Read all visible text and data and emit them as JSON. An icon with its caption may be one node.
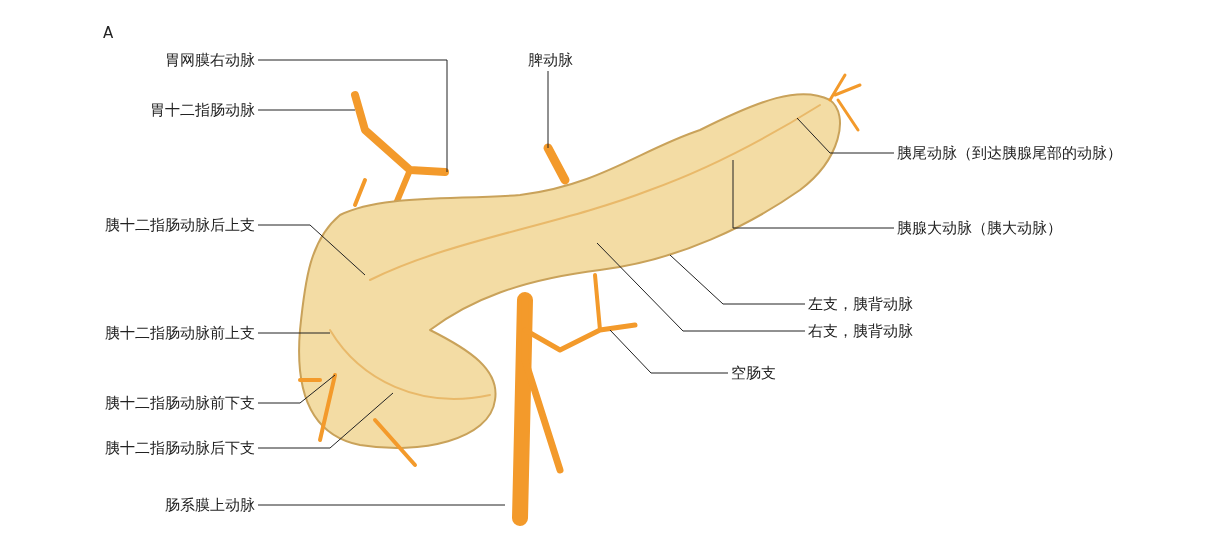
{
  "diagram": {
    "nodes": [
      {
        "text": [
          "胃网膜右动脉"
        ]
      },
      {
        "text": [
          "胃十二指肠动脉"
        ]
      },
      {
        "text": [
          "胰十二指肠动脉后上支"
        ]
      },
      {
        "text": [
          "胰十二指肠动脉前上支"
        ]
      },
      {
        "text": [
          "胰十二指肠动脉前下支"
        ]
      },
      {
        "text": [
          "胰十二指肠动脉后下支"
        ]
      },
      {
        "text": [
          "肠系膜上动脉"
        ]
      },
      {
        "text": [
          "脾动脉"
        ]
      },
      {
        "text": [
          "胰尾动脉（到达胰腺尾部的动脉）"
        ]
      },
      {
        "text": [
          "胰腺大动脉（胰大动脉）"
        ]
      },
      {
        "text": [
          "左支，胰背动脉"
        ]
      },
      {
        "text": [
          "右支，胰背动脉"
        ]
      },
      {
        "text": [
          "空肠支"
        ]
      }
    ],
    "edges": [
      {
        "from": 0,
        "to": null,
        "arrow": "none"
      },
      {
        "from": 1,
        "to": null,
        "arrow": "none"
      },
      {
        "from": 2,
        "to": null,
        "arrow": "none"
      },
      {
        "from": 3,
        "to": null,
        "arrow": "none"
      },
      {
        "from": 4,
        "to": null,
        "arrow": "none"
      },
      {
        "from": 5,
        "to": null,
        "arrow": "none"
      },
      {
        "from": 6,
        "to": null,
        "arrow": "none"
      },
      {
        "from": 7,
        "to": null,
        "arrow": "none"
      },
      {
        "from": 8,
        "to": null,
        "arrow": "none"
      },
      {
        "from": 9,
        "to": null,
        "arrow": "none"
      },
      {
        "from": 10,
        "to": null,
        "arrow": "none"
      },
      {
        "from": 11,
        "to": null,
        "arrow": "none"
      },
      {
        "from": 12,
        "to": null,
        "arrow": "none"
      }
    ],
    "labels": [
      "A"
    ]
  }
}
